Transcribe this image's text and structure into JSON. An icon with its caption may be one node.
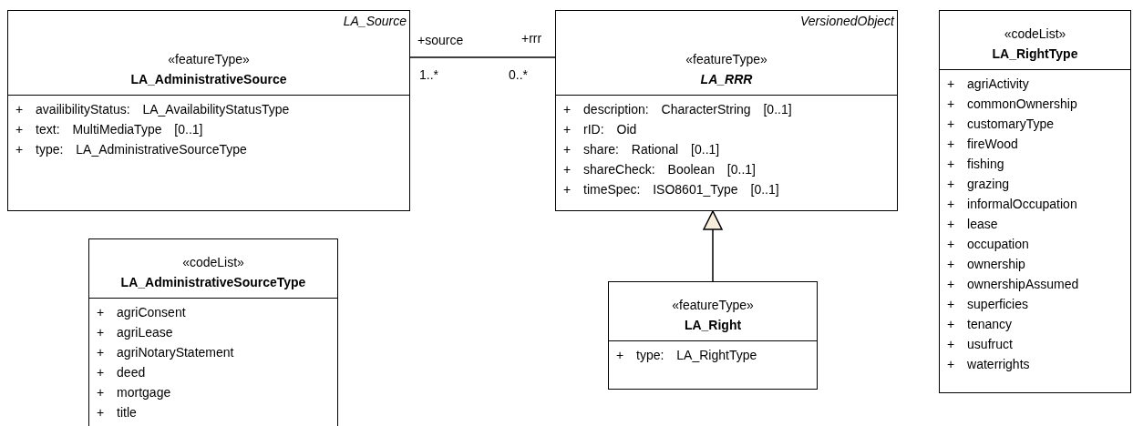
{
  "diagram": {
    "nodes": [
      {
        "text": [
          "LA_Source",
          "«featureType»",
          "LA_AdministrativeSource",
          "+ availibilityStatus: LA_AvailabilityStatusType",
          "+ text: MultiMediaType [0..1]",
          "+ type: LA_AdministrativeSourceType"
        ]
      },
      {
        "text": [
          "VersionedObject",
          "«featureType»",
          "LA_RRR",
          "+ description: CharacterString [0..1]",
          "+ rID: Oid",
          "+ share: Rational [0..1]",
          "+ shareCheck: Boolean [0..1]",
          "+ timeSpec: ISO8601_Type [0..1]"
        ]
      },
      {
        "text": [
          "«codeList»",
          "LA_RightType",
          "+ agriActivity",
          "+ commonOwnership",
          "+ customaryType",
          "+ fireWood",
          "+ fishing",
          "+ grazing",
          "+ informalOccupation",
          "+ lease",
          "+ occupation",
          "+ ownership",
          "+ ownershipAssumed",
          "+ superficies",
          "+ tenancy",
          "+ usufruct",
          "+ waterrights"
        ]
      },
      {
        "text": [
          "«codeList»",
          "LA_AdministrativeSourceType",
          "+ agriConsent",
          "+ agriLease",
          "+ agriNotaryStatement",
          "+ deed",
          "+ mortgage",
          "+ title"
        ]
      },
      {
        "text": [
          "«featureType»",
          "LA_Right",
          "+ type: LA_RightType"
        ]
      }
    ],
    "edges": [
      {
        "from": 0,
        "to": 1,
        "arrow": "none"
      },
      {
        "from": 4,
        "to": 1,
        "arrow": "to"
      }
    ],
    "labels": [
      "+source",
      "+rrr",
      "1..*",
      "0..*"
    ]
  }
}
